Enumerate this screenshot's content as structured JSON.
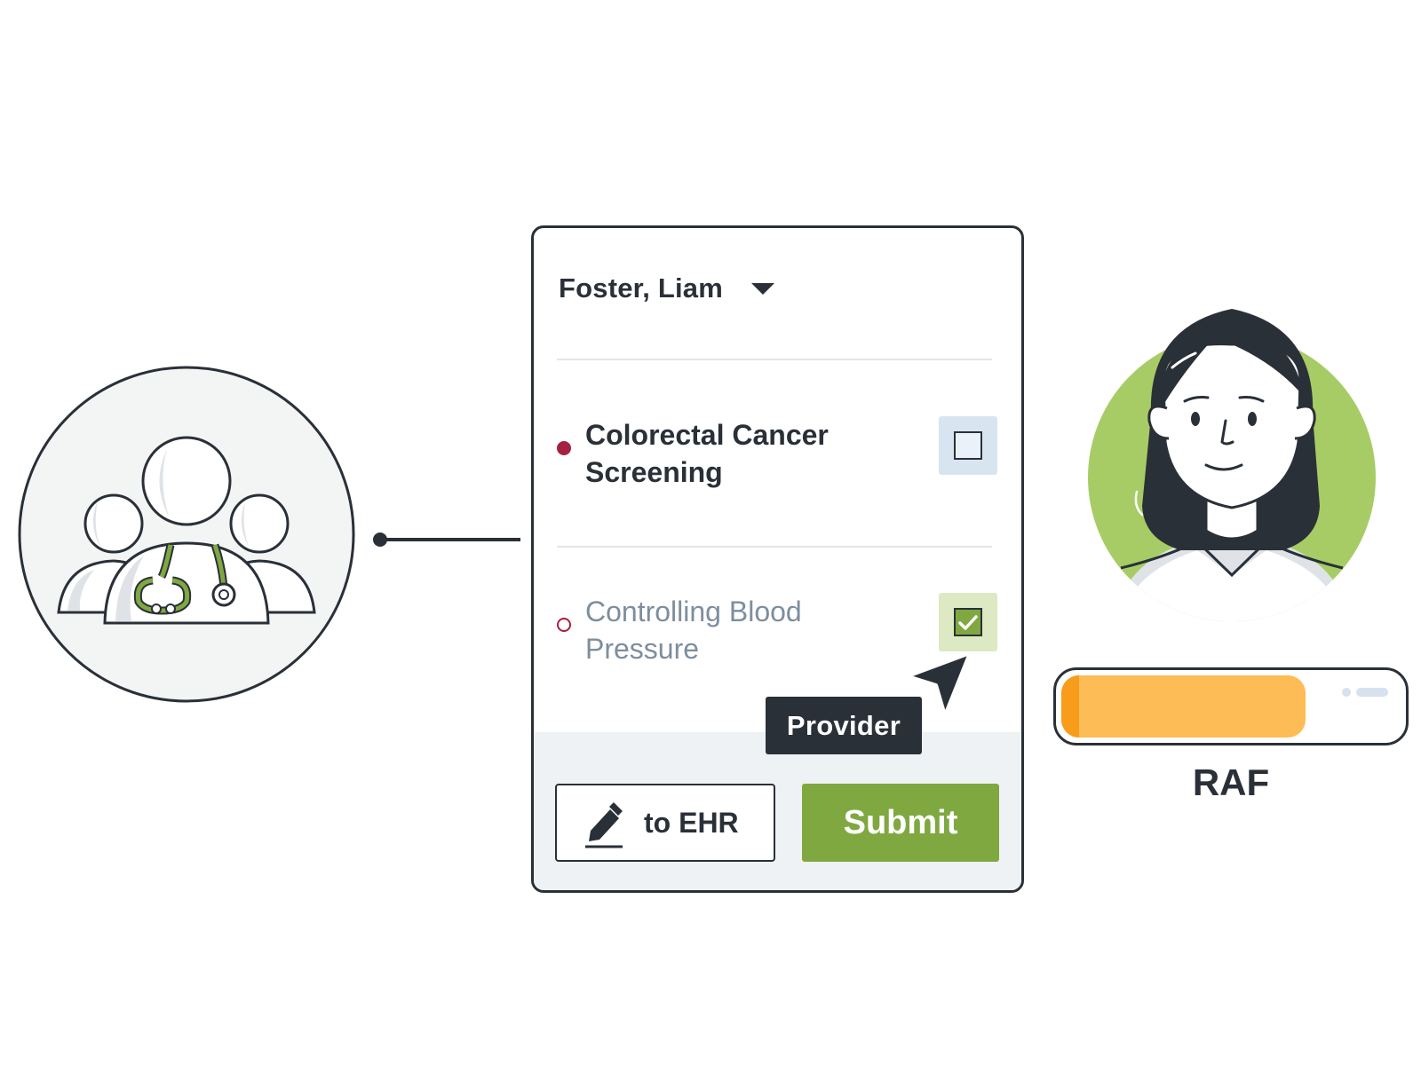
{
  "patient": {
    "name": "Foster, Liam"
  },
  "measures": [
    {
      "label": "Colorectal Cancer Screening",
      "checked": false
    },
    {
      "label": "Controlling Blood Pressure",
      "checked": true
    }
  ],
  "actions": {
    "ehr_label": "to EHR",
    "submit_label": "Submit"
  },
  "tooltip": {
    "text": "Provider"
  },
  "raf": {
    "label": "RAF",
    "fill_fraction": 0.72
  },
  "icons": {
    "care_team": "provider-group-icon",
    "dropdown": "chevron-down-icon",
    "unchecked": "checkbox-empty-icon",
    "checked": "checkmark-icon",
    "edit": "pencil-icon",
    "cursor": "pointer-cursor-icon",
    "patient": "patient-avatar-icon"
  },
  "colors": {
    "accent_green": "#7fa840",
    "raf_orange": "#fdbc55",
    "status_red": "#a4223f",
    "patient_bg_green": "#a7cc65"
  }
}
